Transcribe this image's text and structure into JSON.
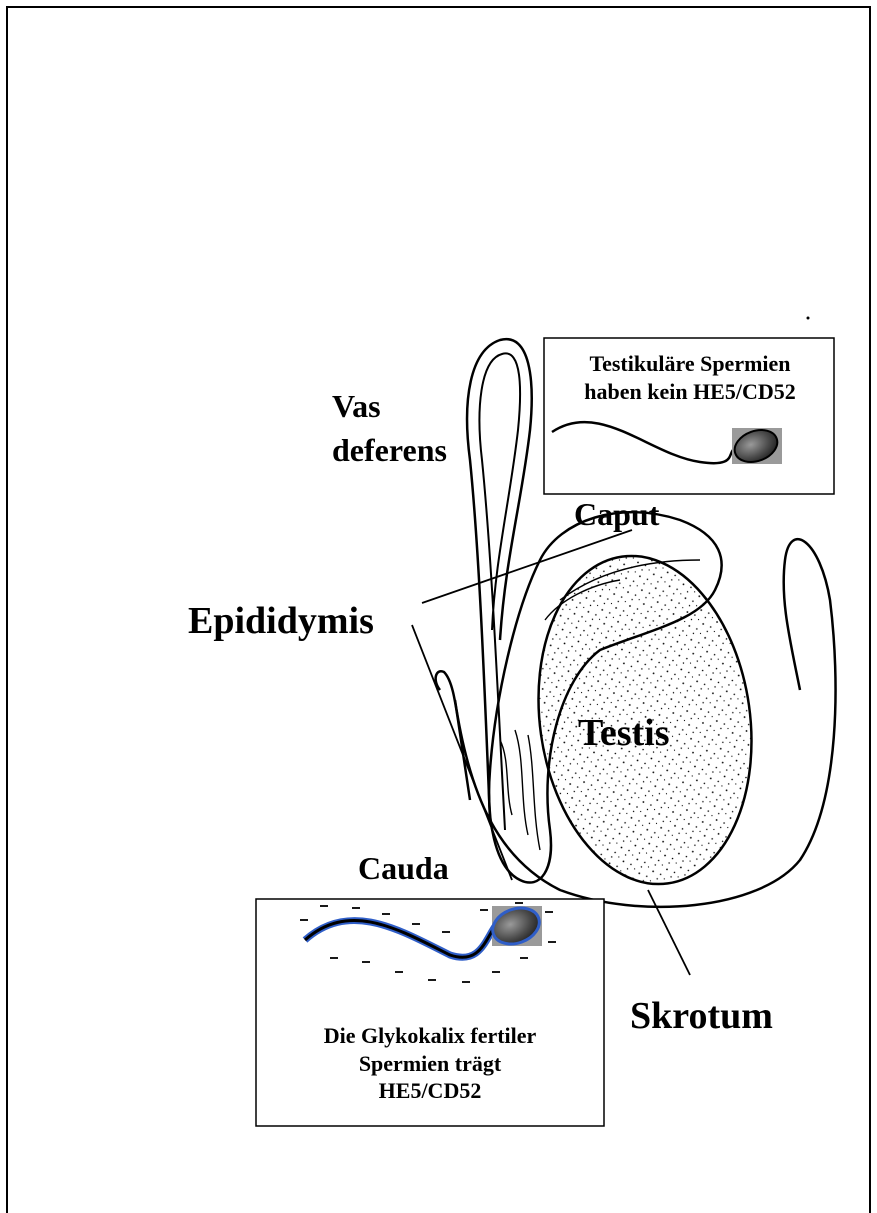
{
  "labels": {
    "vas_line1": "Vas",
    "vas_line2": "deferens",
    "caput": "Caput",
    "epididymis": "Epididymis",
    "testis": "Testis",
    "cauda": "Cauda",
    "skrotum": "Skrotum"
  },
  "top_box": {
    "line1": "Testikuläre Spermien",
    "line2": "haben kein HE5/CD52"
  },
  "bottom_box": {
    "line1": "Die Glykokalix fertiler",
    "line2": "Spermien trägt",
    "line3": "HE5/CD52"
  },
  "colors": {
    "glycocalyx_outline": "#2f5ec8",
    "sperm_head": "#4a4a4a",
    "ink": "#000000"
  }
}
